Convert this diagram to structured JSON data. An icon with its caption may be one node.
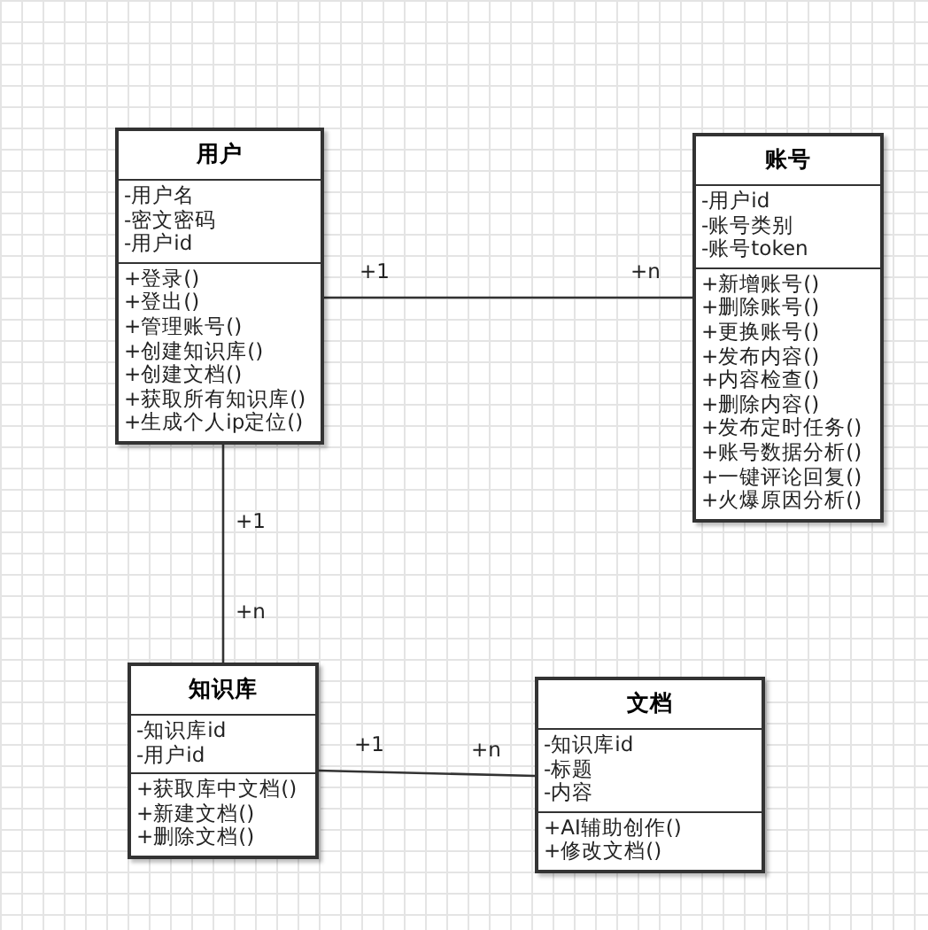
{
  "diagram": {
    "nodes": [
      {
        "text": [
          "用户",
          "-用户名",
          "-密文密码",
          "-用户id",
          "+登录()",
          "+登出()",
          "+管理账号()",
          "+创建知识库()",
          "+创建文档()",
          "+获取所有知识库()",
          "+生成个人ip定位()"
        ]
      },
      {
        "text": [
          "账号",
          "-用户id",
          "-账号类别",
          "-账号token",
          "+新增账号()",
          "+删除账号()",
          "+更换账号()",
          "+发布内容()",
          "+内容检查()",
          "+删除内容()",
          "+发布定时任务()",
          "+账号数据分析()",
          "+一键评论回复()",
          "+火爆原因分析()"
        ]
      },
      {
        "text": [
          "知识库",
          "-知识库id",
          "-用户id",
          "+获取库中文档()",
          "+新建文档()",
          "+删除文档()"
        ]
      },
      {
        "text": [
          "文档",
          "-知识库id",
          "-标题",
          "-内容",
          "+AI辅助创作()",
          "+修改文档()"
        ]
      }
    ],
    "edges": [
      {
        "from": 0,
        "to": 1,
        "arrow": "none"
      },
      {
        "from": 0,
        "to": 2,
        "arrow": "none"
      },
      {
        "from": 2,
        "to": 3,
        "arrow": "none"
      }
    ],
    "labels": [
      "+1",
      "+n",
      "+1",
      "+n",
      "+1",
      "+n"
    ]
  }
}
